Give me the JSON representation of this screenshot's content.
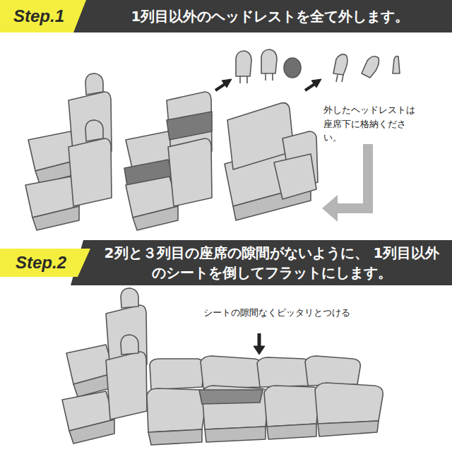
{
  "diagram": {
    "nodes": [
      {
        "text": [
          "1列目以外のヘッドレストを全て外します。"
        ]
      },
      {
        "text": [
          "Step.1"
        ],
        "in": 0
      },
      {
        "text": [
          "2列と３列目の座席の隙間がないように、 1列目以外のシートを倒してフラットにします。"
        ]
      },
      {
        "text": [
          "Step.2"
        ],
        "in": 2
      }
    ],
    "labels": [
      "外したヘッドレストは 座席下に格納ください。",
      "シートの隙間なくピッタリとつける"
    ]
  }
}
